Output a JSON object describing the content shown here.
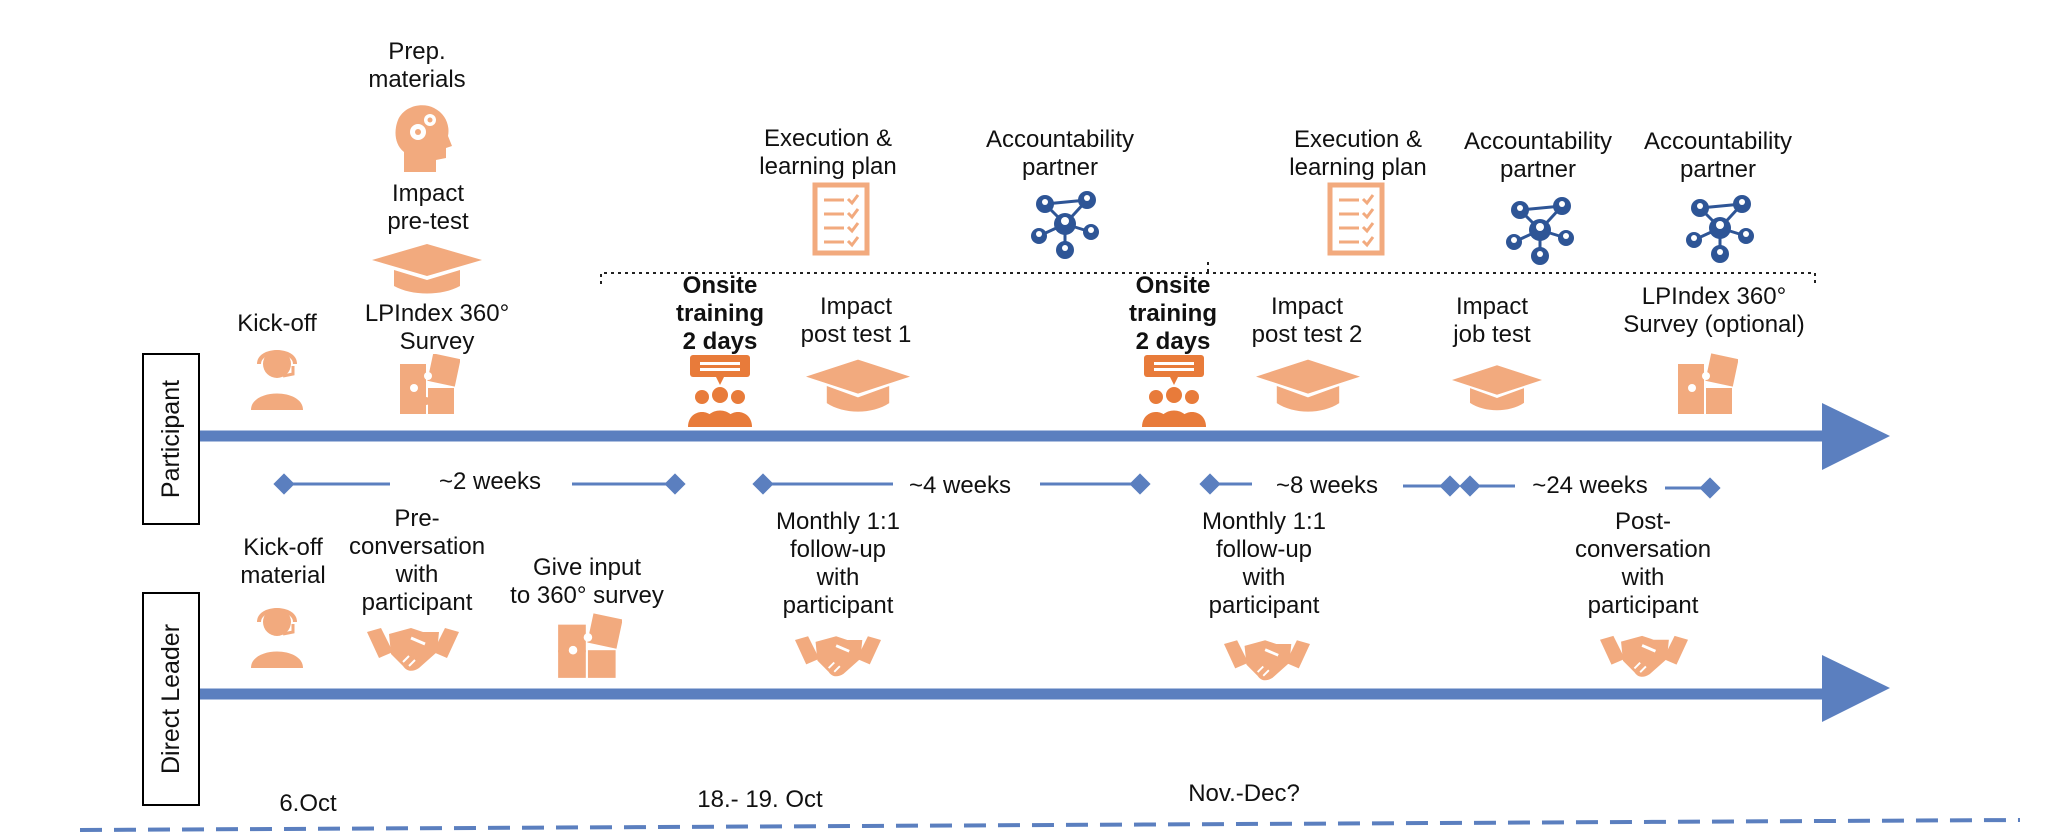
{
  "colors": {
    "orange": "#f2aa7e",
    "dark_orange": "#e87b3a",
    "blue": "#5b7fbf",
    "navy": "#2e5596",
    "black": "#000000"
  },
  "lanes": {
    "participant": "Participant",
    "leader": "Direct Leader"
  },
  "top_items": {
    "prep": "Prep.\nmaterials",
    "impact_pretest": "Impact\npre-test",
    "elp1": "Execution &\nlearning plan",
    "ap1": "Accountability\npartner",
    "elp2": "Execution &\nlearning plan",
    "ap2": "Accountability\npartner",
    "ap3": "Accountability\npartner"
  },
  "participant_items": {
    "kickoff": "Kick-off",
    "lpindex": "LPIndex 360°\nSurvey",
    "onsite1": "Onsite\ntraining\n2 days",
    "post1": "Impact\npost test 1",
    "onsite2": "Onsite\ntraining\n2 days",
    "post2": "Impact\npost test 2",
    "jobtest": "Impact\njob test",
    "lpindex_opt": "LPIndex 360°\nSurvey (optional)"
  },
  "intervals": {
    "w2": "~2 weeks",
    "w4": "~4 weeks",
    "w8": "~8 weeks",
    "w24": "~24 weeks"
  },
  "leader_items": {
    "kickoff_material": "Kick-off\nmaterial",
    "preconv": "Pre-\nconversation\nwith\nparticipant",
    "give_input": "Give input\nto 360° survey",
    "monthly1": "Monthly 1:1\nfollow-up\nwith\nparticipant",
    "monthly2": "Monthly 1:1\nfollow-up\nwith\nparticipant",
    "postconv": "Post-\nconversation\nwith\nparticipant"
  },
  "dates": {
    "d1": "6.Oct",
    "d2": "18.- 19. Oct",
    "d3": "Nov.-Dec?"
  },
  "icons": {
    "brain": "head-gears-icon",
    "cap": "graduation-cap-icon",
    "checklist": "checklist-icon",
    "network": "people-network-icon",
    "headset": "headset-person-icon",
    "puzzle": "puzzle-icon",
    "training": "group-training-icon",
    "handshake": "handshake-icon"
  }
}
